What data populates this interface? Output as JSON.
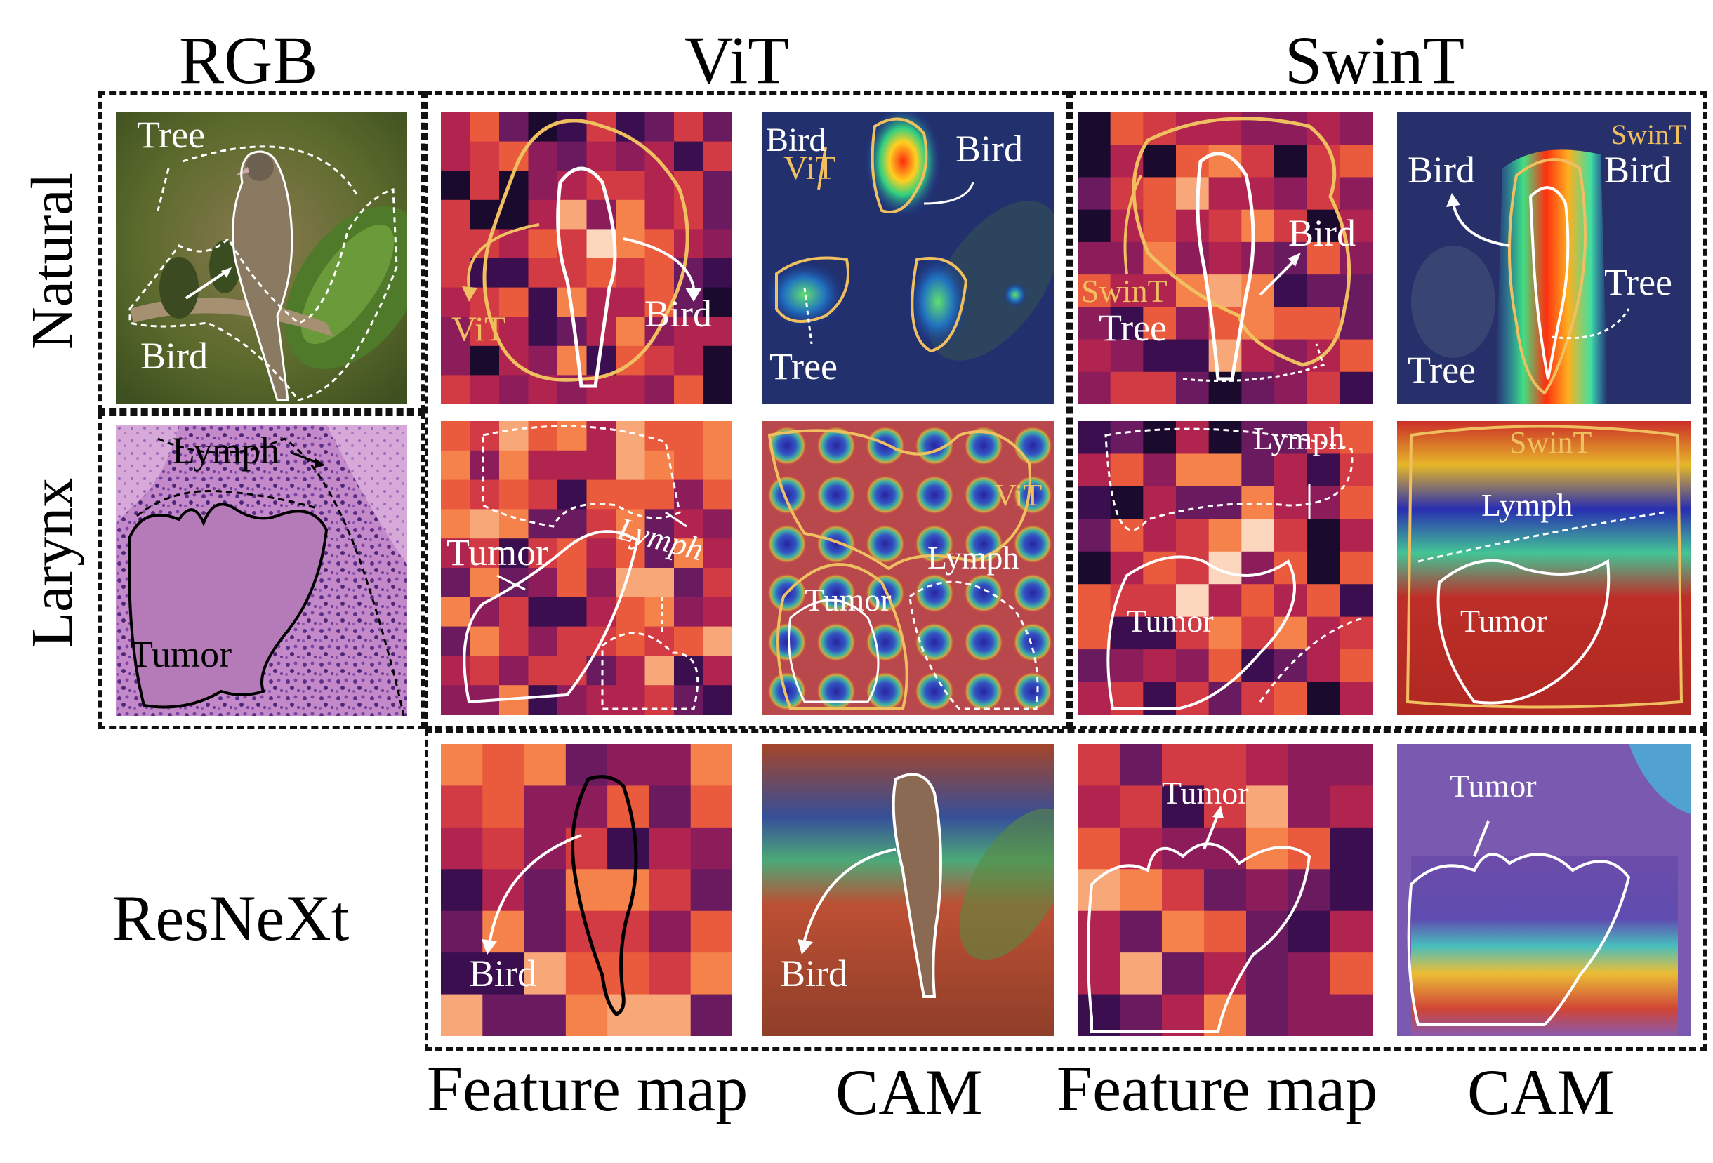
{
  "headers": {
    "rgb": "RGB",
    "vit": "ViT",
    "swint": "SwinT"
  },
  "row_labels": {
    "natural": "Natural",
    "larynx": "Larynx",
    "resnext": "ResNeXt"
  },
  "footer": {
    "fm1": "Feature map",
    "cam1": "CAM",
    "fm2": "Feature map",
    "cam2": "CAM"
  },
  "annotations": {
    "tree": "Tree",
    "bird": "Bird",
    "lymph": "Lymph",
    "tumor": "Tumor",
    "vit": "ViT",
    "swint": "SwinT"
  },
  "colors": {
    "annotation": "#ffffff",
    "model_label": "#f0c060",
    "outline_dark": "#000000"
  }
}
